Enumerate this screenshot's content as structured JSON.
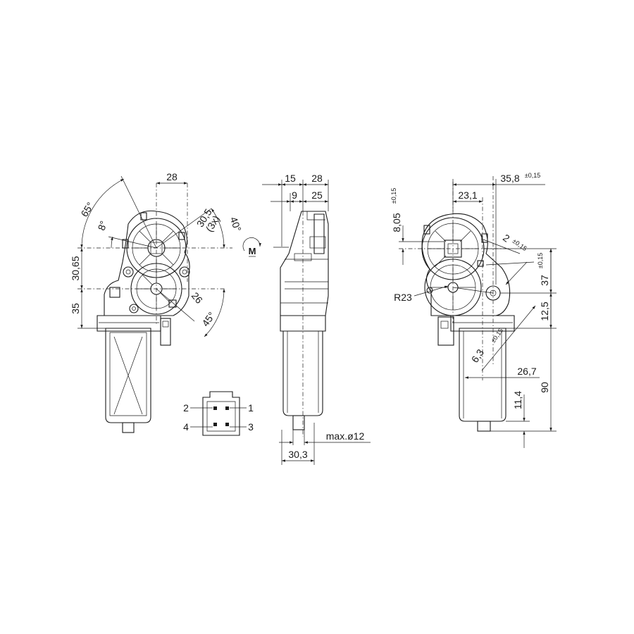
{
  "front_view": {
    "dim_28": "28",
    "dim_65deg": "65°",
    "dim_8deg": "8°",
    "dim_30_5": "30,5",
    "dim_3x": "(3x)",
    "dim_40deg": "40°",
    "dim_30_65": "30,65",
    "dim_35": "35",
    "dim_26": "26",
    "dim_45deg": "45°"
  },
  "motor_symbol": "M",
  "connector": {
    "pin_1": "1",
    "pin_2": "2",
    "pin_3": "3",
    "pin_4": "4"
  },
  "side_view": {
    "dim_15": "15",
    "dim_28": "28",
    "dim_9": "9",
    "dim_25": "25",
    "dim_max_dia": "max.ø12",
    "dim_30_3": "30,3"
  },
  "rear_view": {
    "dim_35_8": "35,8",
    "tol_35_8": "±0,15",
    "dim_23_1": "23,1",
    "dim_8_05": "8,05",
    "tol_8_05": "±0,15",
    "dim_2": "2",
    "tol_2": "±0,15",
    "dim_37": "37",
    "tol_37": "±0,15",
    "dim_r23": "R23",
    "dim_12_5": "12,5",
    "dim_6_3": "6,3",
    "tol_6_3": "±0,15",
    "dim_26_7": "26,7",
    "dim_90": "90",
    "dim_11_4": "11,4"
  }
}
